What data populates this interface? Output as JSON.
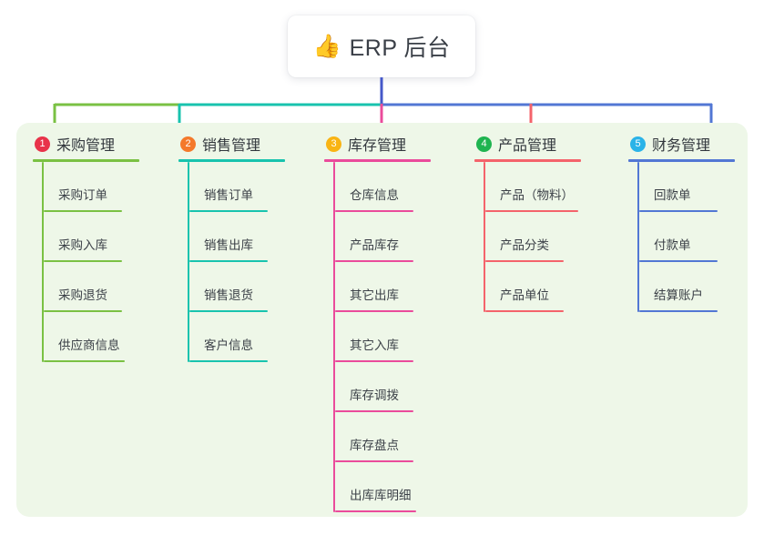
{
  "root": {
    "icon": "thumbs-up-emoji",
    "icon_glyph": "👍",
    "title": "ERP 后台"
  },
  "palette": {
    "panel_background": "#eef7e8",
    "page_background": "#ffffff",
    "root_stem": "#4558c9",
    "text": "#3c4148"
  },
  "columns": [
    {
      "number": "1",
      "title": "采购管理",
      "color": "#7ac143",
      "badge_color": "#e8334a",
      "items": [
        {
          "label": "采购订单"
        },
        {
          "label": "采购入库"
        },
        {
          "label": "采购退货"
        },
        {
          "label": "供应商信息"
        }
      ]
    },
    {
      "number": "2",
      "title": "销售管理",
      "color": "#18c3ae",
      "badge_color": "#f4792b",
      "items": [
        {
          "label": "销售订单"
        },
        {
          "label": "销售出库"
        },
        {
          "label": "销售退货"
        },
        {
          "label": "客户信息"
        }
      ]
    },
    {
      "number": "3",
      "title": "库存管理",
      "color": "#ea4b9b",
      "badge_color": "#f9b414",
      "items": [
        {
          "label": "仓库信息"
        },
        {
          "label": "产品库存"
        },
        {
          "label": "其它出库"
        },
        {
          "label": "其它入库"
        },
        {
          "label": "库存调拨"
        },
        {
          "label": "库存盘点"
        },
        {
          "label": "出库库明细"
        }
      ]
    },
    {
      "number": "4",
      "title": "产品管理",
      "color": "#f4636b",
      "badge_color": "#1fb450",
      "items": [
        {
          "label": "产品（物料）"
        },
        {
          "label": "产品分类"
        },
        {
          "label": "产品单位"
        }
      ]
    },
    {
      "number": "5",
      "title": "财务管理",
      "color": "#5277d4",
      "badge_color": "#2ab3e8",
      "items": [
        {
          "label": "回款单"
        },
        {
          "label": "付款单"
        },
        {
          "label": "结算账户"
        }
      ]
    }
  ]
}
